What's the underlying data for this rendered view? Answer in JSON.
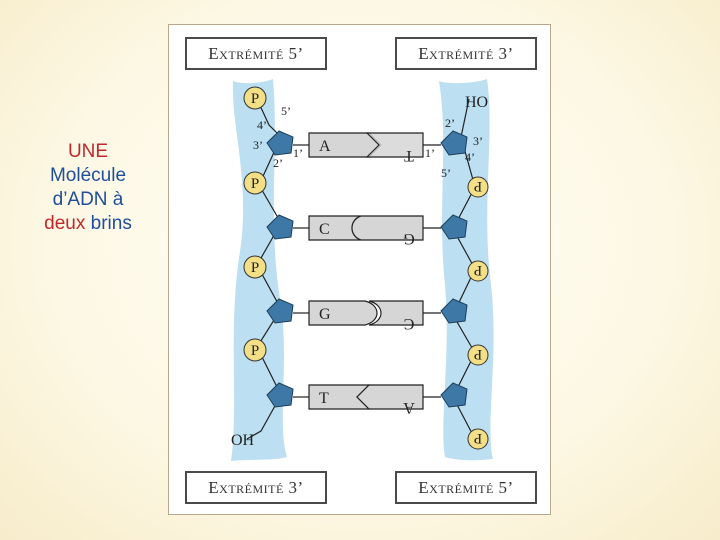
{
  "caption": {
    "line1": "UNE",
    "line2": "Molécule",
    "line3": "d’ADN  à",
    "word_deux": "deux",
    "word_brins": "brins"
  },
  "ends": {
    "top_left": "Extrémité 5’",
    "top_right": "Extrémité 3’",
    "bottom_left": "Extrémité 3’",
    "bottom_right": "Extrémité 5’"
  },
  "left_strand": {
    "phosphate_label": "P",
    "terminal_label": "OH",
    "carbon_labels": [
      "5’",
      "4’",
      "3’",
      "2’",
      "1’"
    ]
  },
  "right_strand": {
    "phosphate_label": "P",
    "terminal_label": "HO",
    "carbon_labels": [
      "2’",
      "3’",
      "1’",
      "4’",
      "5’"
    ]
  },
  "base_pairs": [
    {
      "left": "A",
      "right": "T"
    },
    {
      "left": "C",
      "right": "G"
    },
    {
      "left": "G",
      "right": "C"
    },
    {
      "left": "T",
      "right": "A"
    }
  ],
  "colors": {
    "strand_band": "#bcdff2",
    "sugar": "#3d78a6",
    "phosphate": "#f3df86",
    "base_fill": "#d6d6d6"
  }
}
